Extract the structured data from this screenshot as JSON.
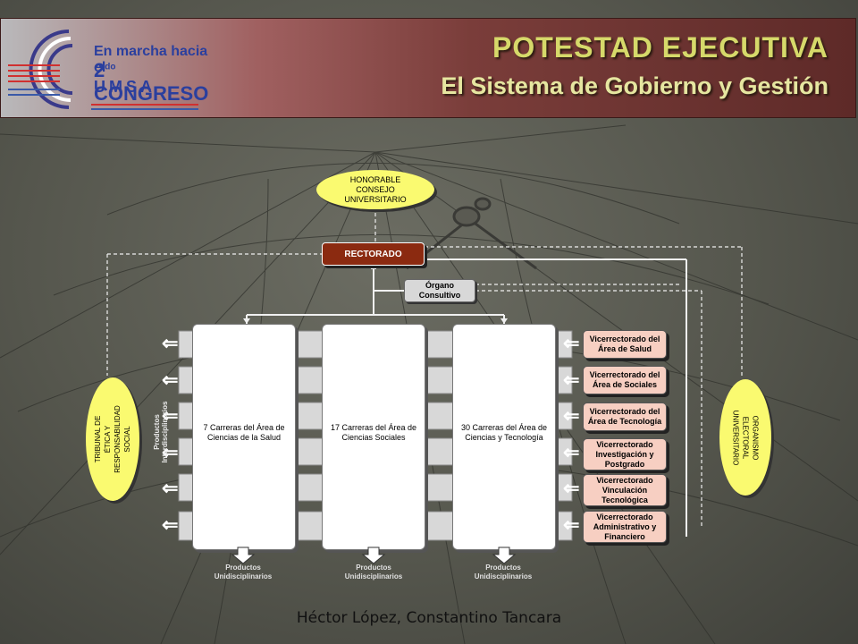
{
  "header": {
    "logo": {
      "line1": "En marcha hacia el",
      "line2_num": "2",
      "line2_sup": "do",
      "line2_rest": " CONGRESO",
      "line3": "UMSA"
    },
    "title": "POTESTAD EJECUTIVA",
    "subtitle": "El Sistema de Gobierno y Gestión"
  },
  "diagram": {
    "consejo": "HONORABLE CONSEJO UNIVERSITARIO",
    "rectorado": "RECTORADO",
    "organo": "Órgano Consultivo",
    "columns": [
      "7 Carreras del Área de Ciencias  de la Salud",
      "17 Carreras del Área de Ciencias Sociales",
      "30 Carreras del Área de Ciencias y Tecnología"
    ],
    "vicerrectorados": [
      "Vicerrectorado del Área de  Salud",
      "Vicerrectorado del Área de Sociales",
      "Vicerrectorado del Área de Tecnología",
      "Vicerrectorado Investigación y Postgrado",
      "Vicerrectorado Vinculación Tecnológica",
      "Vicerrectorado Administrativo y Financiero"
    ],
    "productos_unidisciplinarios": "Productos Unidisciplinarios",
    "productos_interdisciplinarios": "Productos Interdisciplinarios",
    "tribunal": "TRIBUNAL DE ÉTICA Y RESPONSABILIDAD SOCIAL",
    "organismo": "ORGANISMO ELECTORAL UNIVERSITARIO"
  },
  "footer": {
    "authors": "Héctor López, Constantino Tancara"
  },
  "colors": {
    "rectorado": "#8b2a10",
    "vice": "#f7cfc2",
    "oval": "#fafa70",
    "title": "#d6d96a"
  }
}
